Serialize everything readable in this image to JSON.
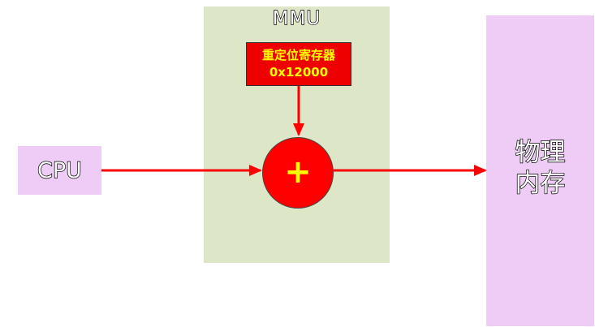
{
  "diagram": {
    "mmu": {
      "label": "MMU"
    },
    "cpu": {
      "label": "CPU"
    },
    "relocation_register": {
      "label": "重定位寄存器",
      "value": "0x12000"
    },
    "adder": {
      "symbol": "+"
    },
    "physical_memory": {
      "label_line1": "物理",
      "label_line2": "内存"
    },
    "colors": {
      "mmu_fill": "#dde6c6",
      "box_fill": "#eeccf5",
      "register_fill": "#ee0000",
      "register_text": "#ffff00",
      "adder_fill": "#ff0000",
      "arrow": "#ff0000"
    }
  }
}
